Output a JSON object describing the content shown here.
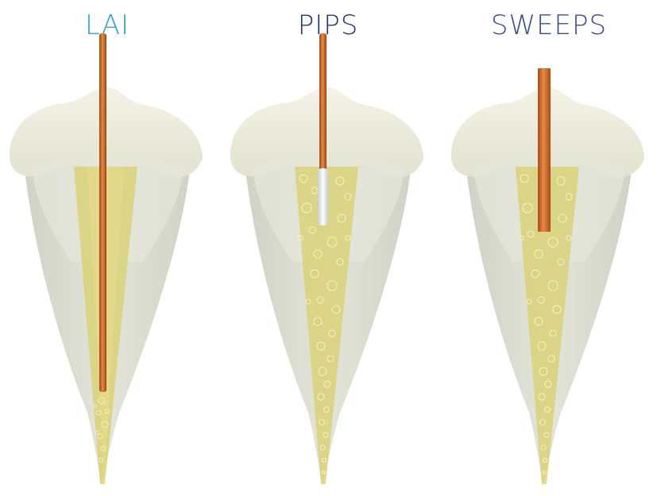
{
  "techniques": [
    {
      "label": "LAI",
      "color": "#2fa3c9"
    },
    {
      "label": "PIPS",
      "color": "#2c3470"
    },
    {
      "label": "SWEEPS",
      "color": "#3a4f8c"
    }
  ],
  "palette": {
    "enamel": "#ecebd9",
    "dentin": "#dadccf",
    "canal_fluid": "#e0d98a",
    "bubble": "#f3ecb4",
    "fiber_copper": "#c8642a",
    "fiber_tip_white": "#e9ecee"
  }
}
